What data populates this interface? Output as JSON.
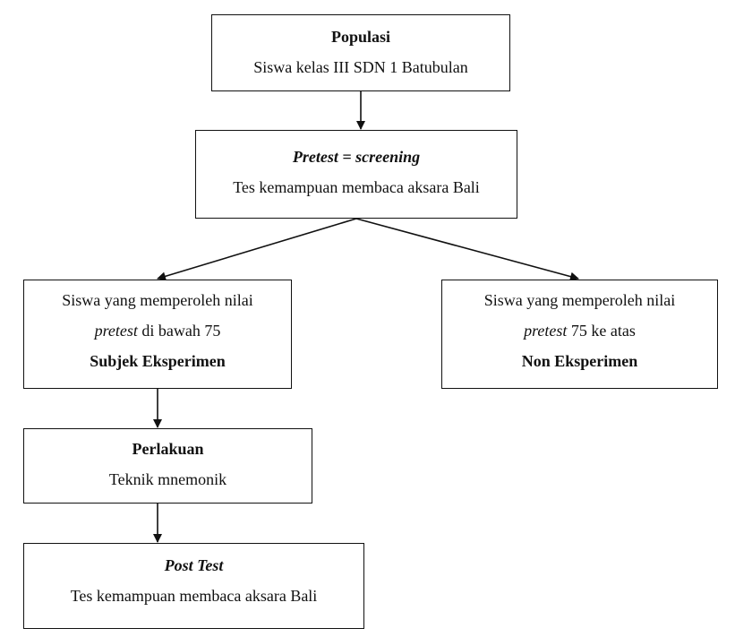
{
  "nodes": {
    "populasi": {
      "title": "Populasi",
      "text": "Siswa kelas III SDN 1 Batubulan"
    },
    "pretest": {
      "title_italic": "Pretest",
      "title_eq": " = ",
      "title_italic2": "screening",
      "text": "Tes kemampuan membaca aksara Bali"
    },
    "below75": {
      "line1": "Siswa yang memperoleh nilai",
      "line2_italic": "pretest",
      "line2_rest": " di bawah 75",
      "label": "Subjek Eksperimen"
    },
    "above75": {
      "line1": "Siswa yang memperoleh nilai",
      "line2_italic": "pretest",
      "line2_rest": " 75 ke atas",
      "label": "Non Eksperimen"
    },
    "perlakuan": {
      "title": "Perlakuan",
      "text": "Teknik mnemonik"
    },
    "posttest": {
      "title": "Post Test",
      "text": "Tes kemampuan membaca aksara Bali"
    }
  },
  "colors": {
    "stroke": "#111111",
    "background": "#ffffff"
  }
}
